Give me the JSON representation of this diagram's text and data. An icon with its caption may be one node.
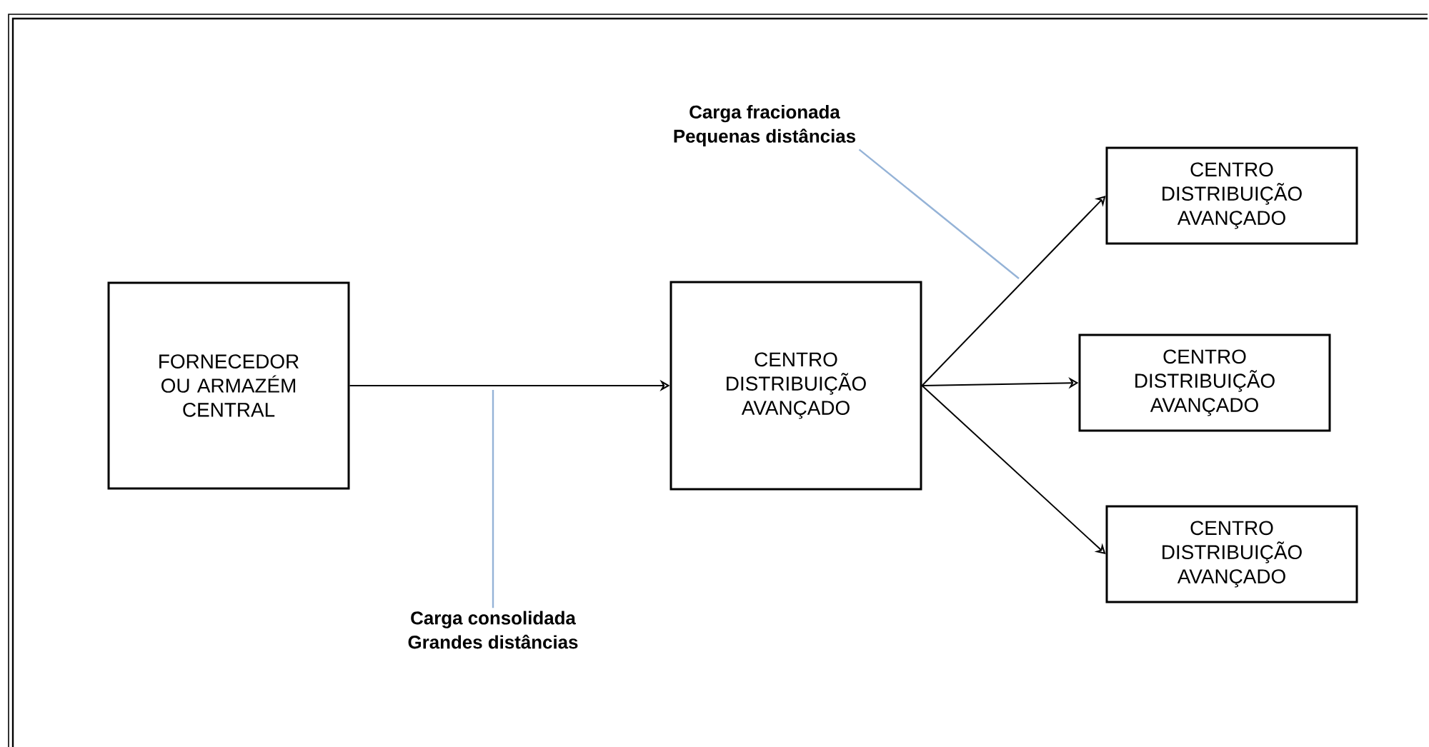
{
  "diagram": {
    "nodes": [
      {
        "text": [
          "FORNECEDOR OU ARMAZÉM CENTRAL"
        ]
      },
      {
        "text": [
          "CENTRO DISTRIBUIÇÃO AVANÇADO"
        ]
      },
      {
        "text": [
          "CENTRO DISTRIBUIÇÃO AVANÇADO"
        ]
      },
      {
        "text": [
          "CENTRO DISTRIBUIÇÃO AVANÇADO"
        ]
      },
      {
        "text": [
          "CENTRO DISTRIBUIÇÃO AVANÇADO"
        ]
      },
      {
        "text": [
          "Carga fracionada",
          "Pequenas distâncias"
        ]
      },
      {
        "text": [
          "Carga consolidada",
          "Grandes distâncias"
        ]
      }
    ],
    "edges": [
      {
        "from": 0,
        "to": 1,
        "arrow": "to"
      },
      {
        "from": 1,
        "to": 2,
        "arrow": "to"
      },
      {
        "from": 1,
        "to": 3,
        "arrow": "to"
      },
      {
        "from": 1,
        "to": 4,
        "arrow": "to"
      },
      {
        "from": 5,
        "to": null,
        "arrow": "none",
        "color": "#95b3d7"
      },
      {
        "from": 6,
        "to": null,
        "arrow": "none",
        "color": "#95b3d7"
      }
    ]
  }
}
